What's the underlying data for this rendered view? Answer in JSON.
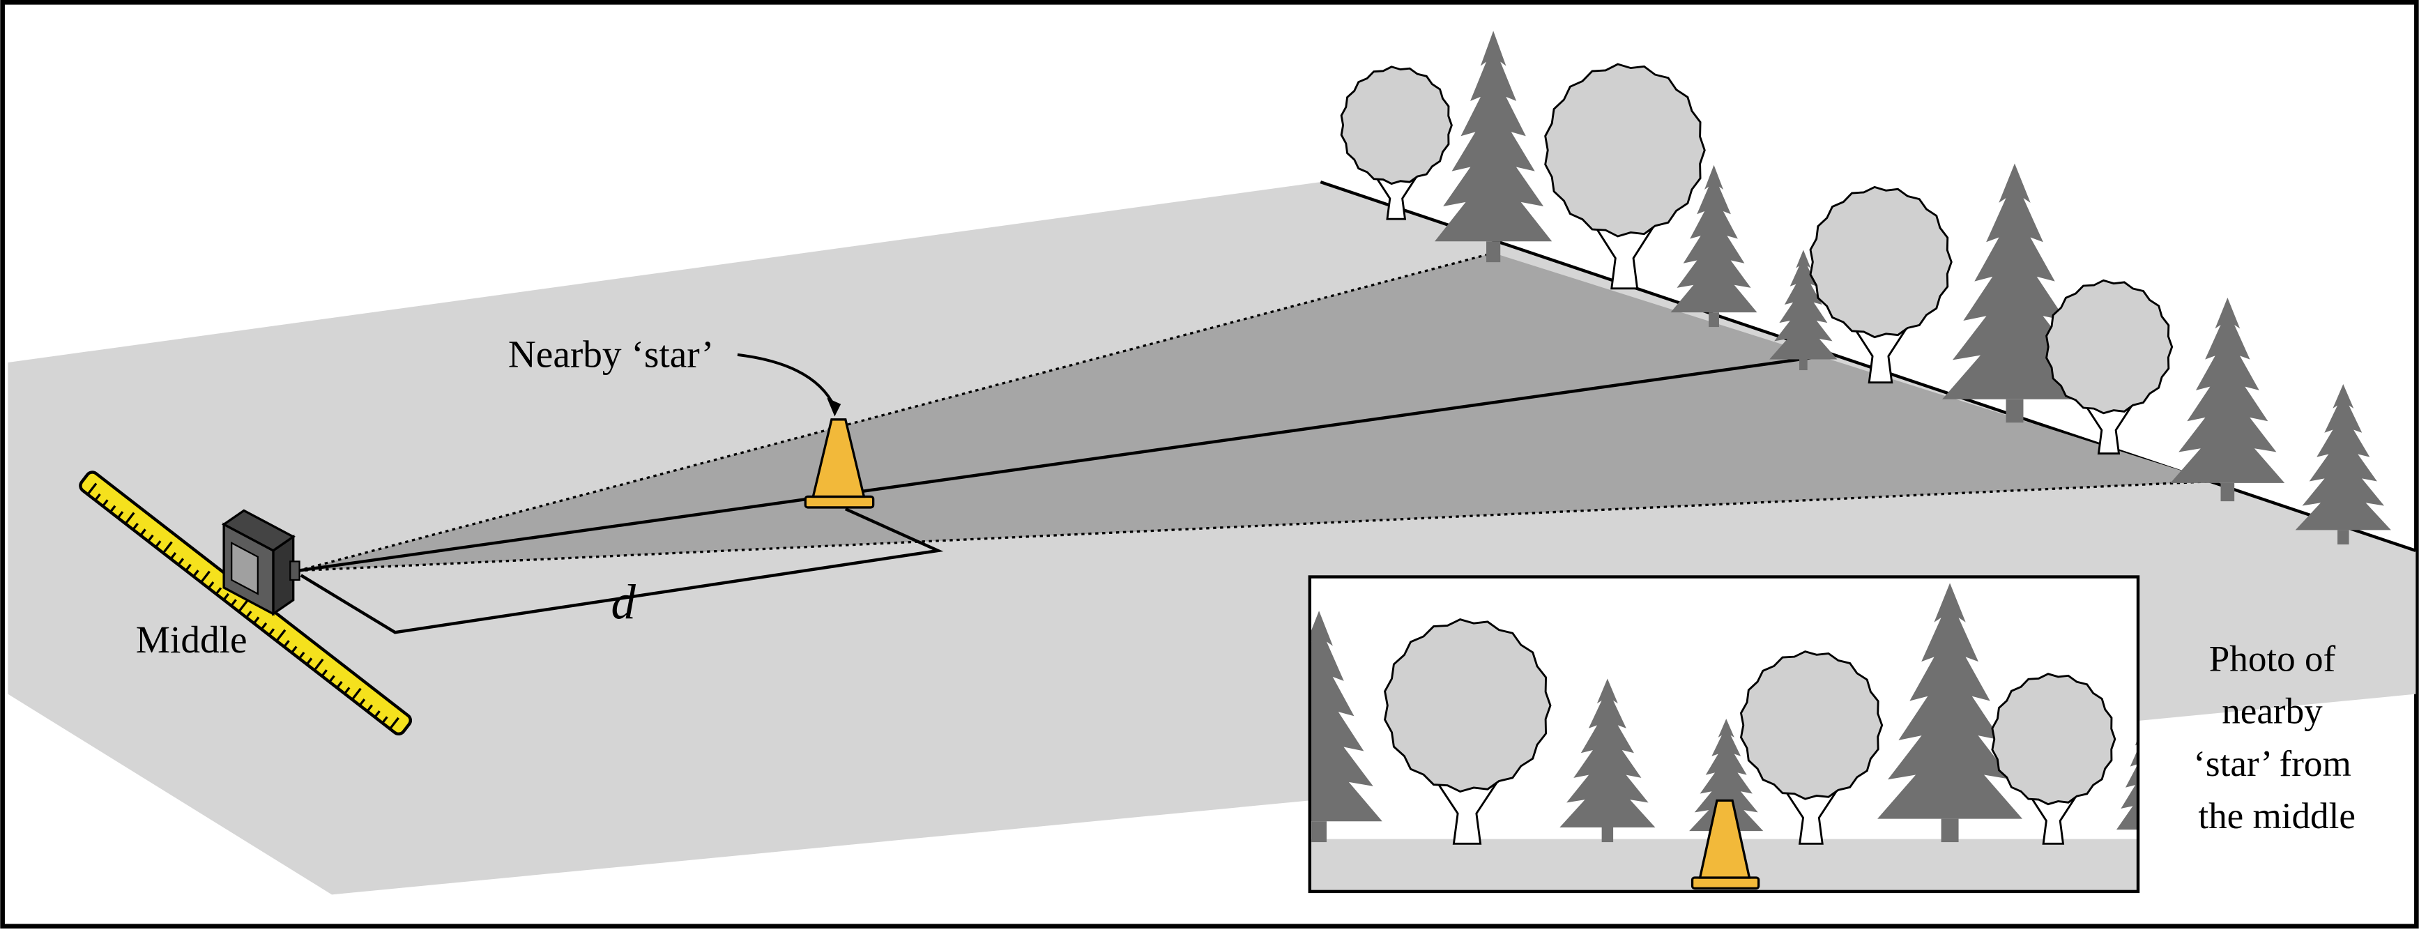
{
  "labels": {
    "star_label": "Nearby ‘star’",
    "middle_label": "Middle",
    "distance_label": "d",
    "photo_caption": [
      "Photo of",
      "nearby",
      "‘star’ from",
      "the middle"
    ]
  },
  "colors": {
    "ground": "#d5d5d5",
    "wedge": "#a5a5a5",
    "conifer": "#707070",
    "deciduous": "#d0d0d0",
    "cone": "#f2b93a",
    "ruler": "#f5e11d",
    "camera": "#555555"
  },
  "icons": {
    "star_marker": "traffic-cone-icon",
    "camera": "camera-icon",
    "baseline": "measuring-tape-icon",
    "trees": [
      "pine-tree-icon",
      "deciduous-tree-icon"
    ]
  }
}
